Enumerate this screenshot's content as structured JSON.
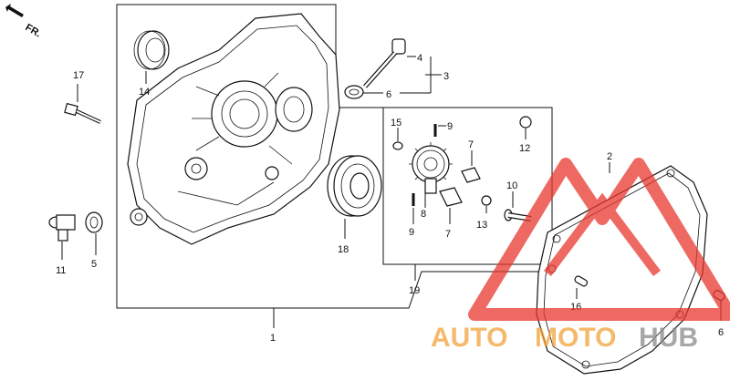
{
  "direction_label": "FR.",
  "part_labels": {
    "p1": "1",
    "p2": "2",
    "p3": "3",
    "p4": "4",
    "p5": "5",
    "p6a": "6",
    "p6b": "6",
    "p7a": "7",
    "p7b": "7",
    "p8": "8",
    "p9a": "9",
    "p9b": "9",
    "p10": "10",
    "p11": "11",
    "p12": "12",
    "p13": "13",
    "p14": "14",
    "p15": "15",
    "p16": "16",
    "p17": "17",
    "p18": "18",
    "p19": "19"
  },
  "watermark": {
    "auto": "AUTO",
    "moto": "MOTO",
    "hub": "HUB",
    "colors": {
      "red": "#e8372e",
      "orange": "#f2a23a",
      "gray": "#8a8a8a"
    }
  }
}
